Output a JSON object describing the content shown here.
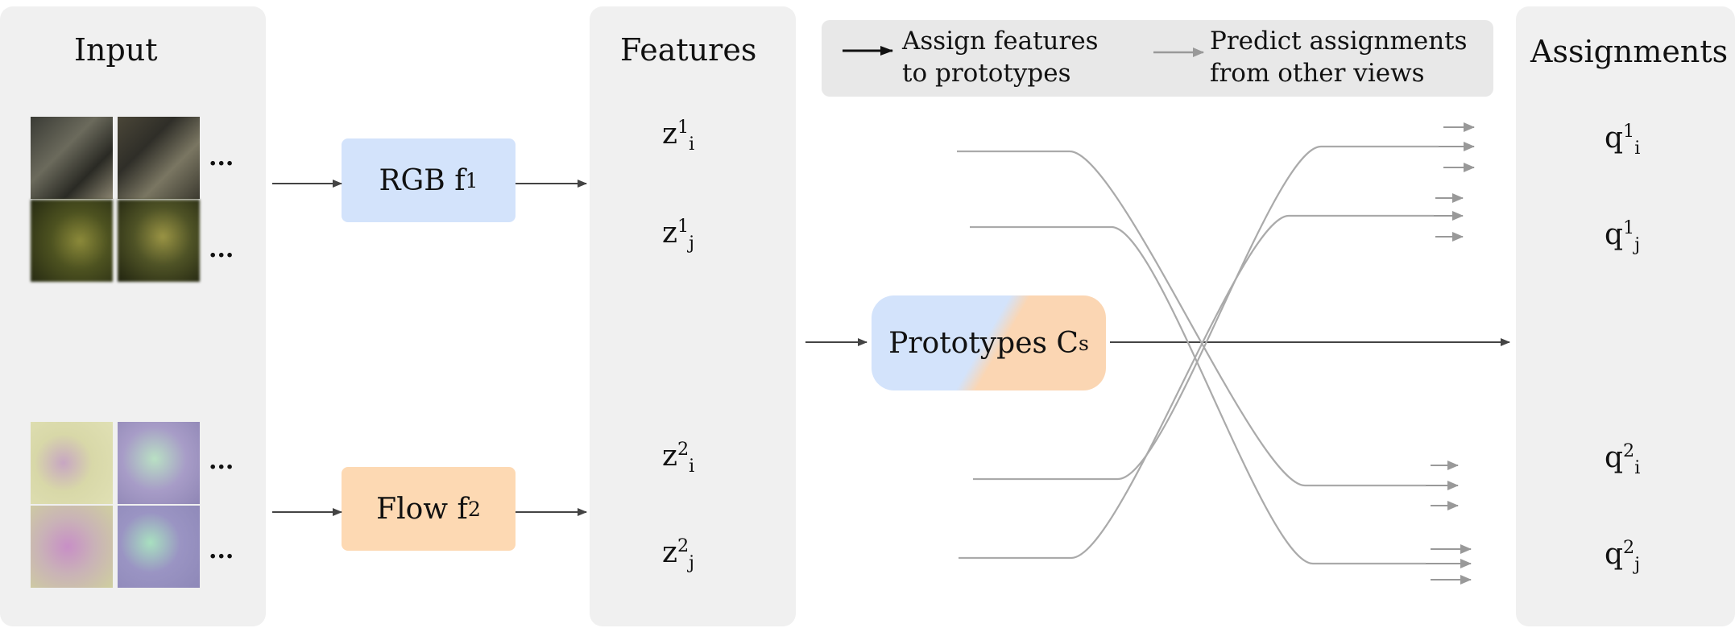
{
  "panels": {
    "input_title": "Input",
    "features_title": "Features",
    "assignments_title": "Assignments"
  },
  "encoders": {
    "rgb": {
      "label": "RGB f",
      "sub": "1",
      "color": "#d3e3fb"
    },
    "flow": {
      "label": "Flow f",
      "sub": "2",
      "color": "#fdd9b3"
    }
  },
  "prototypes": {
    "label": "Prototypes C",
    "sub": "s"
  },
  "features": [
    {
      "base": "z",
      "sup": "1",
      "sub": "i"
    },
    {
      "base": "z",
      "sup": "1",
      "sub": "j"
    },
    {
      "base": "z",
      "sup": "2",
      "sub": "i"
    },
    {
      "base": "z",
      "sup": "2",
      "sub": "j"
    }
  ],
  "assignments": [
    {
      "base": "q",
      "sup": "1",
      "sub": "i"
    },
    {
      "base": "q",
      "sup": "1",
      "sub": "j"
    },
    {
      "base": "q",
      "sup": "2",
      "sub": "i"
    },
    {
      "base": "q",
      "sup": "2",
      "sub": "j"
    }
  ],
  "legend": {
    "assign_line1": "Assign features",
    "assign_line2": "to prototypes",
    "predict_line1": "Predict assignments",
    "predict_line2": "from other views",
    "assign_color": "#111111",
    "predict_color": "#9a9a9a"
  },
  "ellipsis": "...",
  "colors": {
    "panel_bg": "#f0f0f0",
    "rgb_box": "#d3e3fb",
    "flow_box": "#fdd9b3",
    "wire": "#aaaaaa",
    "arrow": "#444444"
  }
}
